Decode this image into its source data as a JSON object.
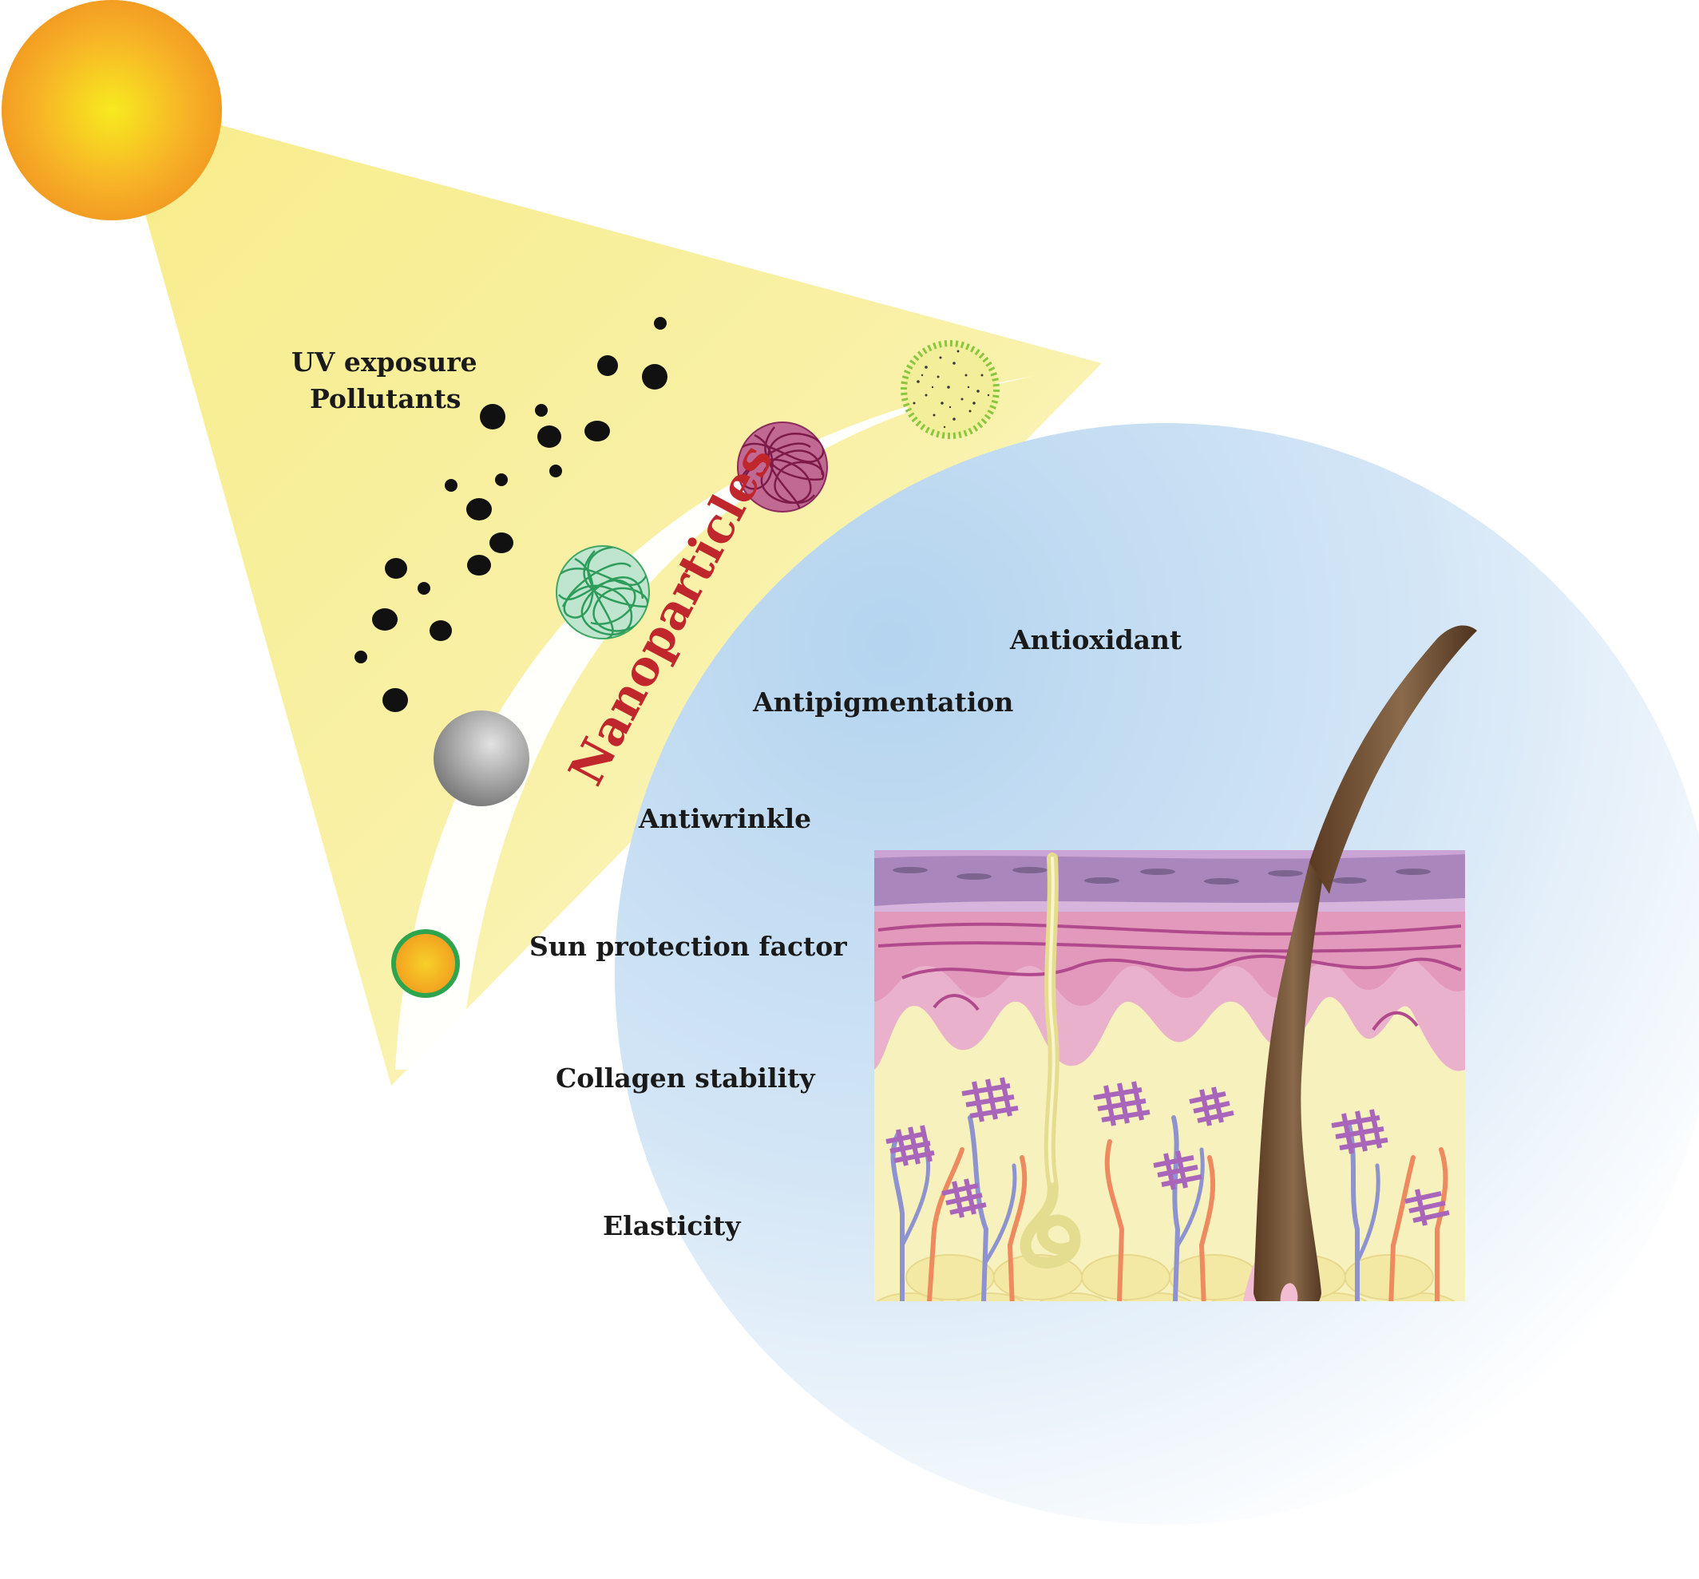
{
  "labels": {
    "uv_exposure": "UV exposure",
    "pollutants": "Pollutants",
    "nanoparticles": "Nanoparticles",
    "antioxidant": "Antioxidant",
    "antipigmentation": "Antipigmentation",
    "antiwrinkle": "Antiwrinkle",
    "sun_protection_factor": "Sun protection factor",
    "collagen_stability": "Collagen stability",
    "elasticity": "Elasticity"
  },
  "colors": {
    "sun": "#f7a823",
    "sun_core": "#f5e51e",
    "beam": "#f8ef9a",
    "blue_field": "#b9d7f0",
    "nanoparticle_label": "#c0272d",
    "epidermis": "#a98bbd",
    "dermis": "#e6a6c4",
    "hypodermis": "#f6f0b8",
    "hair": "#6b4a2e",
    "vessel_blue": "#8d93cf",
    "vessel_red": "#ee8a5f",
    "collagen": "#a865b9"
  },
  "icons": [
    "sun-icon",
    "pollutant-particle-icon",
    "solid-nanoparticle-icon",
    "core-shell-nanoparticle-icon",
    "polymeric-nanoparticle-icon",
    "liposome-nanoparticle-icon",
    "skin-cross-section-icon",
    "hair-follicle-icon"
  ]
}
